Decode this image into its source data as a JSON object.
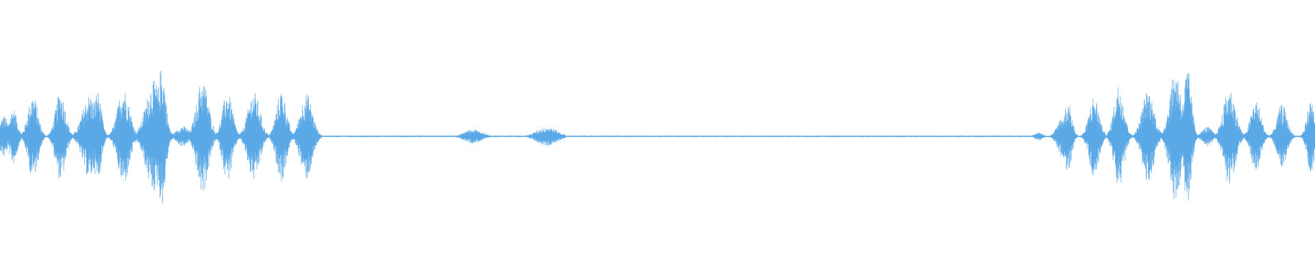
{
  "waveform": {
    "color": "#5aa9e6",
    "background": "#ffffff",
    "bursts": [
      {
        "center": 0.003,
        "amplitude": 0.3,
        "width": 0.004
      },
      {
        "center": 0.01,
        "amplitude": 0.4,
        "width": 0.004
      },
      {
        "center": 0.025,
        "amplitude": 0.6,
        "width": 0.005
      },
      {
        "center": 0.046,
        "amplitude": 0.64,
        "width": 0.005
      },
      {
        "center": 0.068,
        "amplitude": 0.6,
        "width": 0.007
      },
      {
        "center": 0.074,
        "amplitude": 0.66,
        "width": 0.004
      },
      {
        "center": 0.094,
        "amplitude": 0.7,
        "width": 0.006
      },
      {
        "center": 0.117,
        "amplitude": 0.8,
        "width": 0.008
      },
      {
        "center": 0.123,
        "amplitude": 1.0,
        "width": 0.004
      },
      {
        "center": 0.139,
        "amplitude": 0.15,
        "width": 0.006
      },
      {
        "center": 0.154,
        "amplitude": 0.82,
        "width": 0.006
      },
      {
        "center": 0.173,
        "amplitude": 0.64,
        "width": 0.005
      },
      {
        "center": 0.193,
        "amplitude": 0.64,
        "width": 0.006
      },
      {
        "center": 0.214,
        "amplitude": 0.66,
        "width": 0.005
      },
      {
        "center": 0.233,
        "amplitude": 0.62,
        "width": 0.006
      },
      {
        "center": 0.36,
        "amplitude": 0.1,
        "width": 0.009
      },
      {
        "center": 0.416,
        "amplitude": 0.14,
        "width": 0.01
      },
      {
        "center": 0.79,
        "amplitude": 0.06,
        "width": 0.004
      },
      {
        "center": 0.808,
        "amplitude": 0.3,
        "width": 0.005
      },
      {
        "center": 0.812,
        "amplitude": 0.5,
        "width": 0.004
      },
      {
        "center": 0.832,
        "amplitude": 0.58,
        "width": 0.005
      },
      {
        "center": 0.851,
        "amplitude": 0.76,
        "width": 0.005
      },
      {
        "center": 0.873,
        "amplitude": 0.66,
        "width": 0.006
      },
      {
        "center": 0.894,
        "amplitude": 0.96,
        "width": 0.006
      },
      {
        "center": 0.903,
        "amplitude": 0.98,
        "width": 0.004
      },
      {
        "center": 0.918,
        "amplitude": 0.14,
        "width": 0.005
      },
      {
        "center": 0.935,
        "amplitude": 0.7,
        "width": 0.006
      },
      {
        "center": 0.955,
        "amplitude": 0.52,
        "width": 0.005
      },
      {
        "center": 0.975,
        "amplitude": 0.46,
        "width": 0.005
      },
      {
        "center": 0.997,
        "amplitude": 0.52,
        "width": 0.004
      }
    ],
    "silent_regions": [
      {
        "start": 0.26,
        "end": 0.345
      },
      {
        "start": 0.43,
        "end": 0.785
      }
    ],
    "noise_floor": 0.012
  }
}
